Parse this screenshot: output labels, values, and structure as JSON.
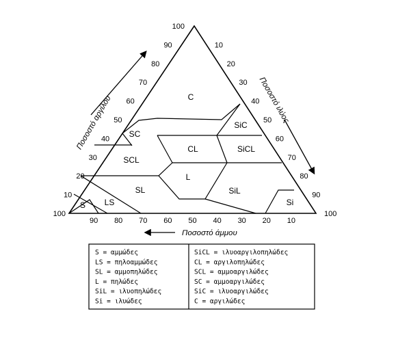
{
  "diagram": {
    "type": "soil-texture-triangle",
    "axes": {
      "clay": {
        "label": "Ποσοστό αργίλου",
        "ticks": [
          "10",
          "20",
          "30",
          "40",
          "50",
          "60",
          "70",
          "80",
          "90",
          "100"
        ]
      },
      "silt": {
        "label": "Ποσοστό ιλύος",
        "ticks": [
          "10",
          "20",
          "30",
          "40",
          "50",
          "60",
          "70",
          "80",
          "90",
          "100"
        ]
      },
      "sand": {
        "label": "Ποσοστό άμμου",
        "ticks": [
          "100",
          "90",
          "80",
          "70",
          "60",
          "50",
          "40",
          "30",
          "20",
          "10"
        ]
      }
    },
    "regions": {
      "C": "C",
      "SiC": "SiC",
      "SC": "SC",
      "CL": "CL",
      "SiCL": "SiCL",
      "SCL": "SCL",
      "L": "L",
      "SL": "SL",
      "SiL": "SiL",
      "Si": "Si",
      "S": "S",
      "LS": "LS"
    }
  },
  "legend": {
    "left": [
      "S = αμμώδες",
      "LS = πηλοαμμώδες",
      "SL = αμμοπηλώδες",
      "L = πηλώδες",
      "SiL = ιλυοπηλώδες",
      "Si = ιλυώδες"
    ],
    "right": [
      "SiCL = ιλυοαργιλοπηλώδες",
      "CL = αργιλοπηλώδες",
      "SCL = αμμοαργιλώδες",
      "SC = αμμοαργιλώδες",
      "SiC = ιλυοαργιλώδες",
      "C = αργιλώδες"
    ]
  }
}
